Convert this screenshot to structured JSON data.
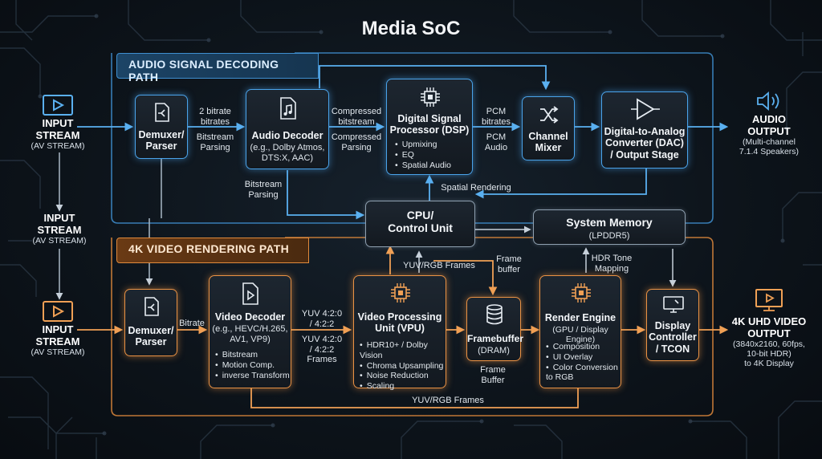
{
  "title": "Media SoC",
  "colors": {
    "audio": "#4aa3ea",
    "video": "#ea9244",
    "neutral": "#8fa0b0"
  },
  "audio_path": {
    "header": "AUDIO SIGNAL DECODING PATH",
    "input": {
      "title": "INPUT\nSTREAM",
      "sub": "(AV STREAM)",
      "icon": "play-icon"
    },
    "demuxer": {
      "title": "Demuxer/\nParser",
      "icon": "split-icon"
    },
    "decoder": {
      "title": "Audio Decoder",
      "sub": "(e.g., Dolby Atmos,\nDTS:X, AAC)",
      "icon": "music-file-icon"
    },
    "dsp": {
      "title": "Digital Signal\nProcessor (DSP)",
      "items": [
        "Upmixing",
        "EQ",
        "Spatial Audio"
      ],
      "icon": "chip-icon"
    },
    "mixer": {
      "title": "Channel\nMixer",
      "icon": "shuffle-icon"
    },
    "dac": {
      "title": "Digital-to-Analog\nConverter (DAC)\n/ Output Stage",
      "icon": "amplifier-icon"
    },
    "output": {
      "title": "AUDIO\nOUTPUT",
      "sub": "(Multi-channel\n7.1.4 Speakers)",
      "icon": "speaker-icon"
    },
    "labels": {
      "bitrates": "2 bitrate\nbitrates",
      "bitstream": "Bitstream\nParsing",
      "compressed_top": "Compressed\nbitstream",
      "compressed_bottom": "Compressed\nParsing",
      "pcm_top": "PCM\nbitrates",
      "pcm_bottom": "PCM\nAudio",
      "bitstream_lower": "Bitstream\nParsing",
      "spatial": "Spatial Rendering"
    }
  },
  "center": {
    "middle_input": {
      "title": "INPUT\nSTREAM",
      "sub": "(AV STREAM)"
    },
    "cpu": {
      "title": "CPU/\nControl Unit"
    },
    "memory": {
      "title": "System Memory",
      "sub": "(LPDDR5)"
    },
    "labels": {
      "yuv_frames": "YUV/RGB Frames",
      "frame_buffer": "Frame\nbuffer",
      "hdr_tone": "HDR Tone\nMapping"
    }
  },
  "video_path": {
    "header": "4K VIDEO RENDERING PATH",
    "input": {
      "title": "INPUT\nSTREAM",
      "sub": "(AV STREAM)",
      "icon": "play-icon"
    },
    "demuxer": {
      "title": "Demuxer/\nParser",
      "icon": "split-icon"
    },
    "decoder": {
      "title": "Video Decoder",
      "sub": "(e.g., HEVC/H.265,\nAV1, VP9)",
      "items": [
        "Bitstream",
        "Motion Comp.",
        "inverse Transform"
      ],
      "icon": "video-file-icon"
    },
    "vpu": {
      "title": "Video Processing\nUnit (VPU)",
      "items": [
        "HDR10+ / Dolby Vision",
        "Chroma Upsampling",
        "Noise Reduction",
        "Scaling"
      ],
      "icon": "chip-icon"
    },
    "framebuffer": {
      "title": "Framebuffer",
      "sub": "(DRAM)",
      "icon": "database-icon"
    },
    "render": {
      "title": "Render Engine",
      "sub": "(GPU / Display Engine)",
      "items": [
        "Composition",
        "UI Overlay",
        "Color Conversion\nto RGB"
      ],
      "icon": "chip-icon"
    },
    "display": {
      "title": "Display\nController\n/ TCON",
      "icon": "monitor-icon"
    },
    "output": {
      "title": "4K UHD VIDEO\nOUTPUT",
      "sub": "(3840x2160, 60fps,\n10-bit HDR)\nto 4K Display",
      "icon": "tv-icon"
    },
    "labels": {
      "bitrate": "Bitrate",
      "yuv_top": "YUV 4:2:0\n/ 4:2:2",
      "yuv_bottom": "YUV 4:2:0\n/ 4:2:2\nFrames",
      "frame_buffer": "Frame\nBuffer",
      "yuv_frames_bottom": "YUV/RGB Frames"
    }
  }
}
